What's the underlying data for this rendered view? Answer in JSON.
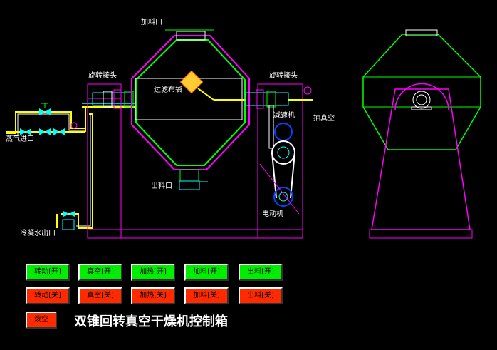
{
  "labels": {
    "feed_port": "加料口",
    "rotary_joint_left": "旋转接头",
    "rotary_joint_right": "旋转接头",
    "filter_bag": "过滤布袋",
    "reducer": "减速机",
    "vacuum_pump": "抽真空",
    "steam_inlet": "蒸气进口",
    "discharge_port": "出料口",
    "motor": "电动机",
    "condensate_outlet": "冷凝水出口"
  },
  "buttons_on": [
    {
      "label": "转动[开]"
    },
    {
      "label": "真空[开]"
    },
    {
      "label": "加热[开]"
    },
    {
      "label": "加料[开]"
    },
    {
      "label": "出料[开]"
    }
  ],
  "buttons_off": [
    {
      "label": "转动[关]"
    },
    {
      "label": "真空[关]"
    },
    {
      "label": "加热[关]"
    },
    {
      "label": "加料[关]"
    },
    {
      "label": "出料[关]"
    }
  ],
  "evacuate_button": "泼空",
  "title": "双锥回转真空干燥机控制箱",
  "colors": {
    "vessel": "#ff00ff",
    "inner": "#00ff00",
    "pipe": "#ffff00",
    "water": "#00ffff",
    "on": "#00ee00",
    "off": "#ff2a00"
  }
}
